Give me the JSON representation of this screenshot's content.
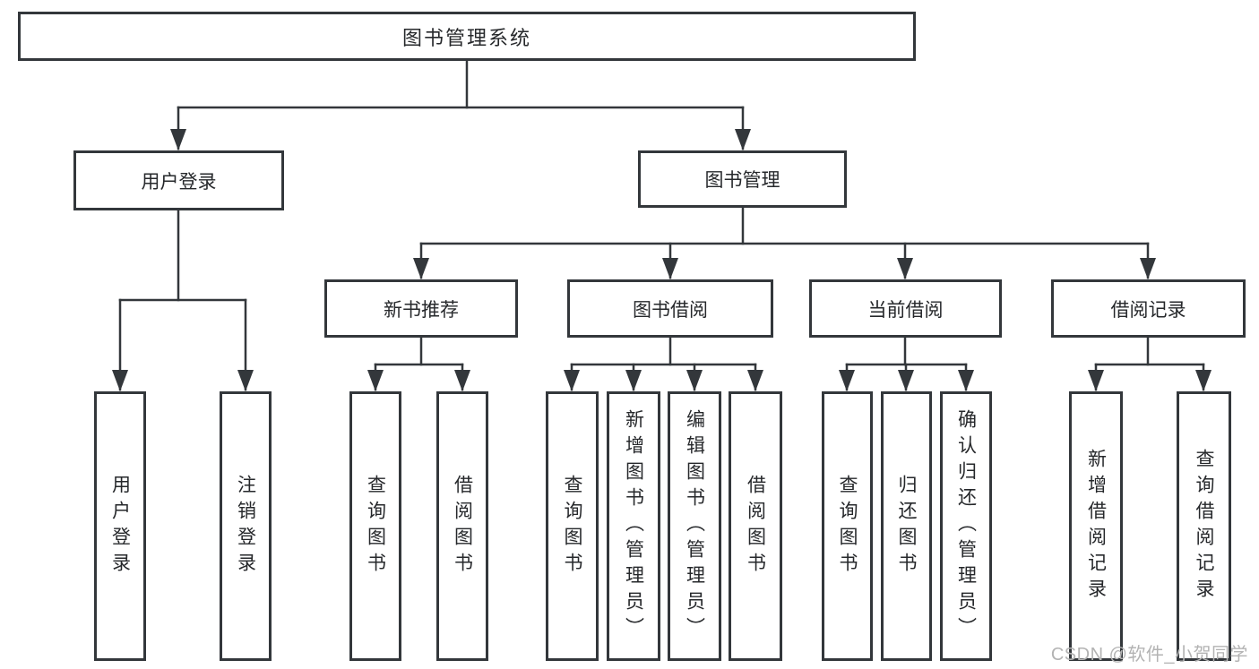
{
  "tree": {
    "label": "图书管理系统",
    "children": [
      {
        "label": "用户登录",
        "children": [
          {
            "label": "用户登录"
          },
          {
            "label": "注销登录"
          }
        ]
      },
      {
        "label": "图书管理",
        "children": [
          {
            "label": "新书推荐",
            "children": [
              {
                "label": "查询图书"
              },
              {
                "label": "借阅图书"
              }
            ]
          },
          {
            "label": "图书借阅",
            "children": [
              {
                "label": "查询图书"
              },
              {
                "label": "新增图书（管理员）"
              },
              {
                "label": "编辑图书（管理员）"
              },
              {
                "label": "借阅图书"
              }
            ]
          },
          {
            "label": "当前借阅",
            "children": [
              {
                "label": "查询图书"
              },
              {
                "label": "归还图书"
              },
              {
                "label": "确认归还（管理员）"
              }
            ]
          },
          {
            "label": "借阅记录",
            "children": [
              {
                "label": "新增借阅记录"
              },
              {
                "label": "查询借阅记录"
              }
            ]
          }
        ]
      }
    ]
  },
  "watermark": "CSDN @软件_小贺同学",
  "colors": {
    "line": "#33373b",
    "text": "#26282b",
    "watermark": "#b3b3b3",
    "background": "#ffffff"
  }
}
